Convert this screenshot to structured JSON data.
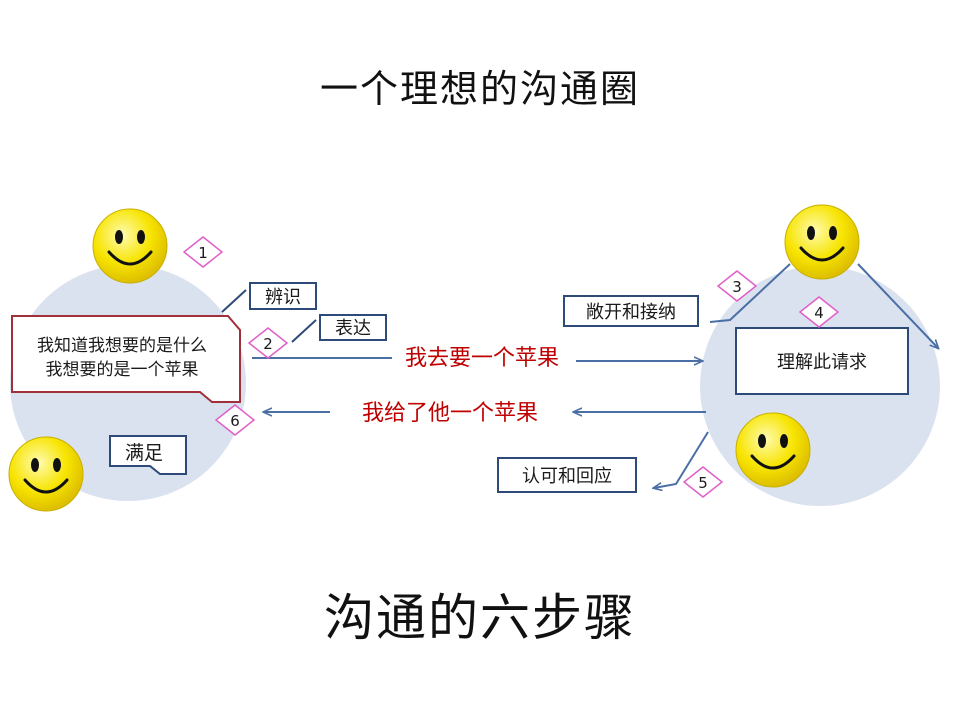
{
  "title": "一个理想的沟通圈",
  "subtitle": "沟通的六步骤",
  "colors": {
    "circle_fill": "#dbe2ef",
    "box_border": "#2e4a78",
    "arrow": "#4a6fa5",
    "red_text": "#c00000",
    "sender_box_border": "#a0303a",
    "step_marker_border": "#e060c8",
    "face_fill": "#f7e000",
    "face_outline": "#b8a800"
  },
  "sender_box": {
    "line1": "我知道我想要的是什么",
    "line2": "我想要的是一个苹果"
  },
  "labels": {
    "identify": "辨识",
    "express": "表达",
    "satisfy": "满足",
    "open_accept": "敞开和接纳",
    "understand": "理解此请求",
    "acknowledge": "认可和回应"
  },
  "messages": {
    "request": "我去要一个苹果",
    "give": "我给了他一个苹果"
  },
  "steps": [
    "1",
    "2",
    "3",
    "4",
    "5",
    "6"
  ],
  "icons": {
    "face": "smiley-face-icon"
  }
}
